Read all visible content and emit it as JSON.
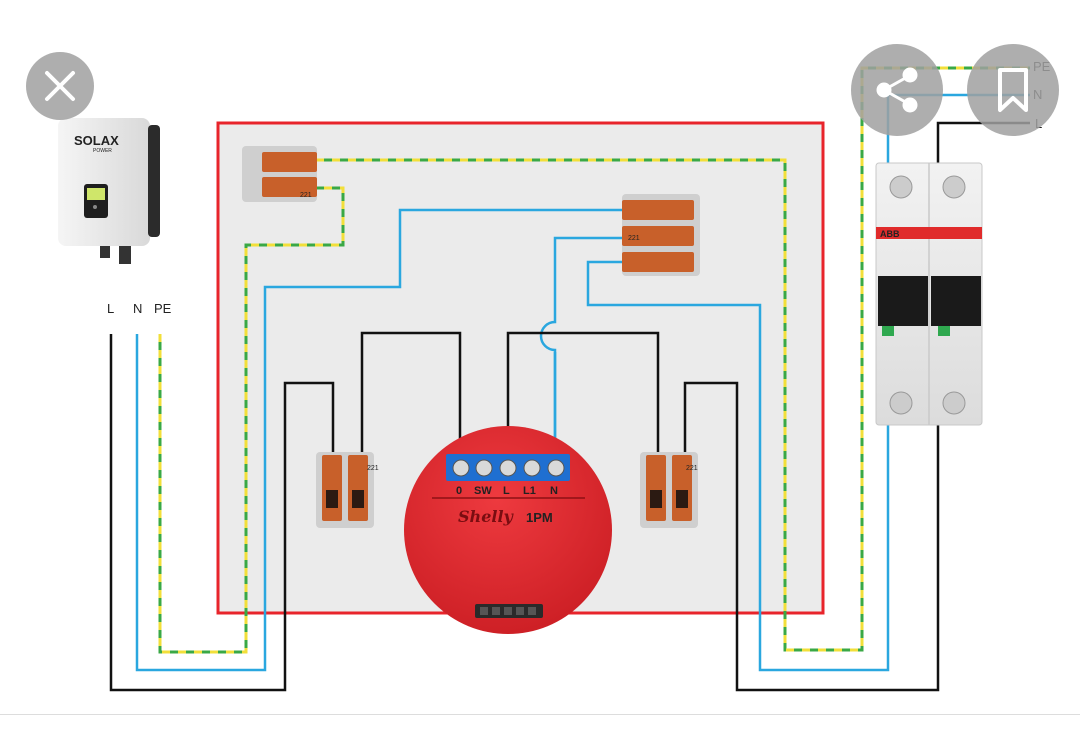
{
  "inverter": {
    "brand": "SOLAX",
    "sub": "POWER"
  },
  "left_feed": {
    "l": "L",
    "n": "N",
    "pe": "PE"
  },
  "right_feed": {
    "pe": "PE",
    "n": "N",
    "l": "L"
  },
  "breaker": {
    "brand": "ABB"
  },
  "wago": {
    "model": "221"
  },
  "shelly": {
    "logo": "Shelly",
    "model": "1PM",
    "terminals": [
      "0",
      "SW",
      "L",
      "L1",
      "N"
    ]
  },
  "toolbar": {
    "close_icon": "close-icon",
    "share_icon": "share-icon",
    "bookmark_icon": "bookmark-icon"
  },
  "colors": {
    "enclosure": "#e8242b",
    "enclosure_fill": "#ebebeb",
    "live": "#111111",
    "neutral": "#2aa7df",
    "earth_yellow": "#f2df3a",
    "earth_green": "#3aa845",
    "shelly_red": "#e3252c",
    "shelly_terminal": "#1f6fd1",
    "wago_orange": "#c8602a"
  }
}
